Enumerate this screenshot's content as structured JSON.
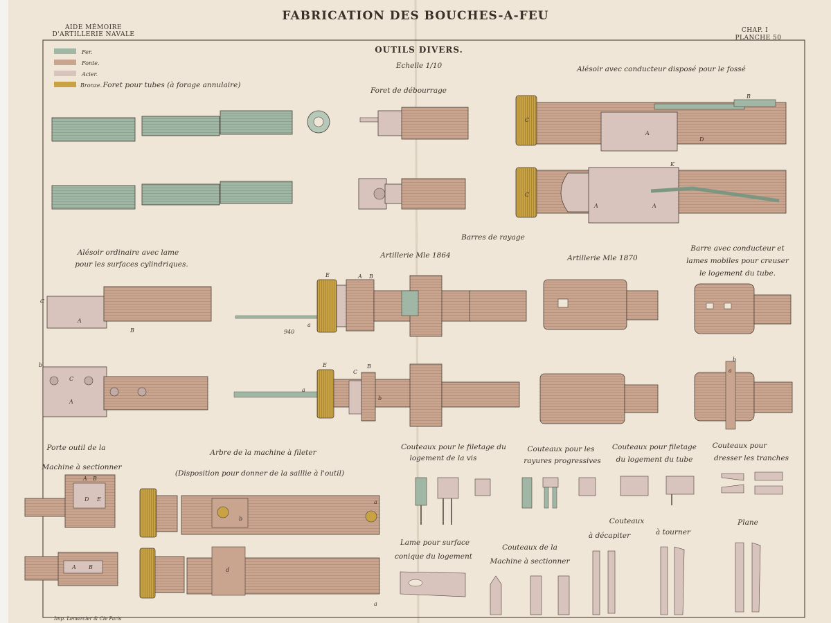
{
  "sheet": {
    "title": "FABRICATION DES BOUCHES-A-FEU",
    "header_left_1": "AIDE MÉMOIRE",
    "header_left_2": "D'ARTILLERIE NAVALE",
    "header_right_1": "CHAP. I",
    "header_right_2": "PLANCHE 50",
    "subtitle": "OUTILS DIVERS.",
    "scale": "Echelle 1/10",
    "printer": "Imp. Lemercier & Cie Paris"
  },
  "legend": [
    {
      "label": "Fer.",
      "color": "#9fb7a4"
    },
    {
      "label": "Fonte.",
      "color": "#c9a58f"
    },
    {
      "label": "Acier.",
      "color": "#d8c3bd"
    },
    {
      "label": "Bronze.",
      "color": "#c9a244"
    }
  ],
  "captions": {
    "foret_tubes": "Foret pour tubes (à forage annulaire)",
    "foret_debourrage": "Foret de débourrage",
    "alesoir_conducteur": "Alésoir avec conducteur disposé pour le fossé",
    "barres_rayage": "Barres de rayage",
    "alesoir_ordinaire_1": "Alésoir ordinaire avec lame",
    "alesoir_ordinaire_2": "pour les surfaces cylindriques.",
    "artillerie_1864": "Artillerie Mle 1864",
    "artillerie_1870": "Artillerie Mle 1870",
    "barre_conducteur_1": "Barre avec conducteur et",
    "barre_conducteur_2": "lames mobiles pour creuser",
    "barre_conducteur_3": "le logement du tube.",
    "porte_outil_1": "Porte outil de la",
    "porte_outil_2": "Machine à sectionner",
    "arbre_1": "Arbre de la machine à fileter",
    "arbre_2": "(Disposition pour donner de la saillie à l'outil)",
    "couteaux_filetage_vis_1": "Couteaux pour le filetage du",
    "couteaux_filetage_vis_2": "logement de la vis",
    "couteaux_rayures_1": "Couteaux pour les",
    "couteaux_rayures_2": "rayures progressives",
    "couteaux_filetage_tube_1": "Couteaux pour filetage",
    "couteaux_filetage_tube_2": "du logement du tube",
    "couteaux_tranches_1": "Couteaux pour",
    "couteaux_tranches_2": "dresser les tranches",
    "couteaux": "Couteaux",
    "decapiter": "à décapiter",
    "tourner": "à tourner",
    "plane": "Plane",
    "lame_1": "Lame pour surface",
    "lame_2": "conique du logement",
    "couteaux_machine_1": "Couteaux de la",
    "couteaux_machine_2": "Machine à sectionner"
  },
  "letters": {
    "A": "A",
    "B": "B",
    "C": "C",
    "D": "D",
    "E": "E",
    "K": "K",
    "a": "a",
    "b": "b",
    "c": "c",
    "d": "d",
    "dim": "940"
  }
}
